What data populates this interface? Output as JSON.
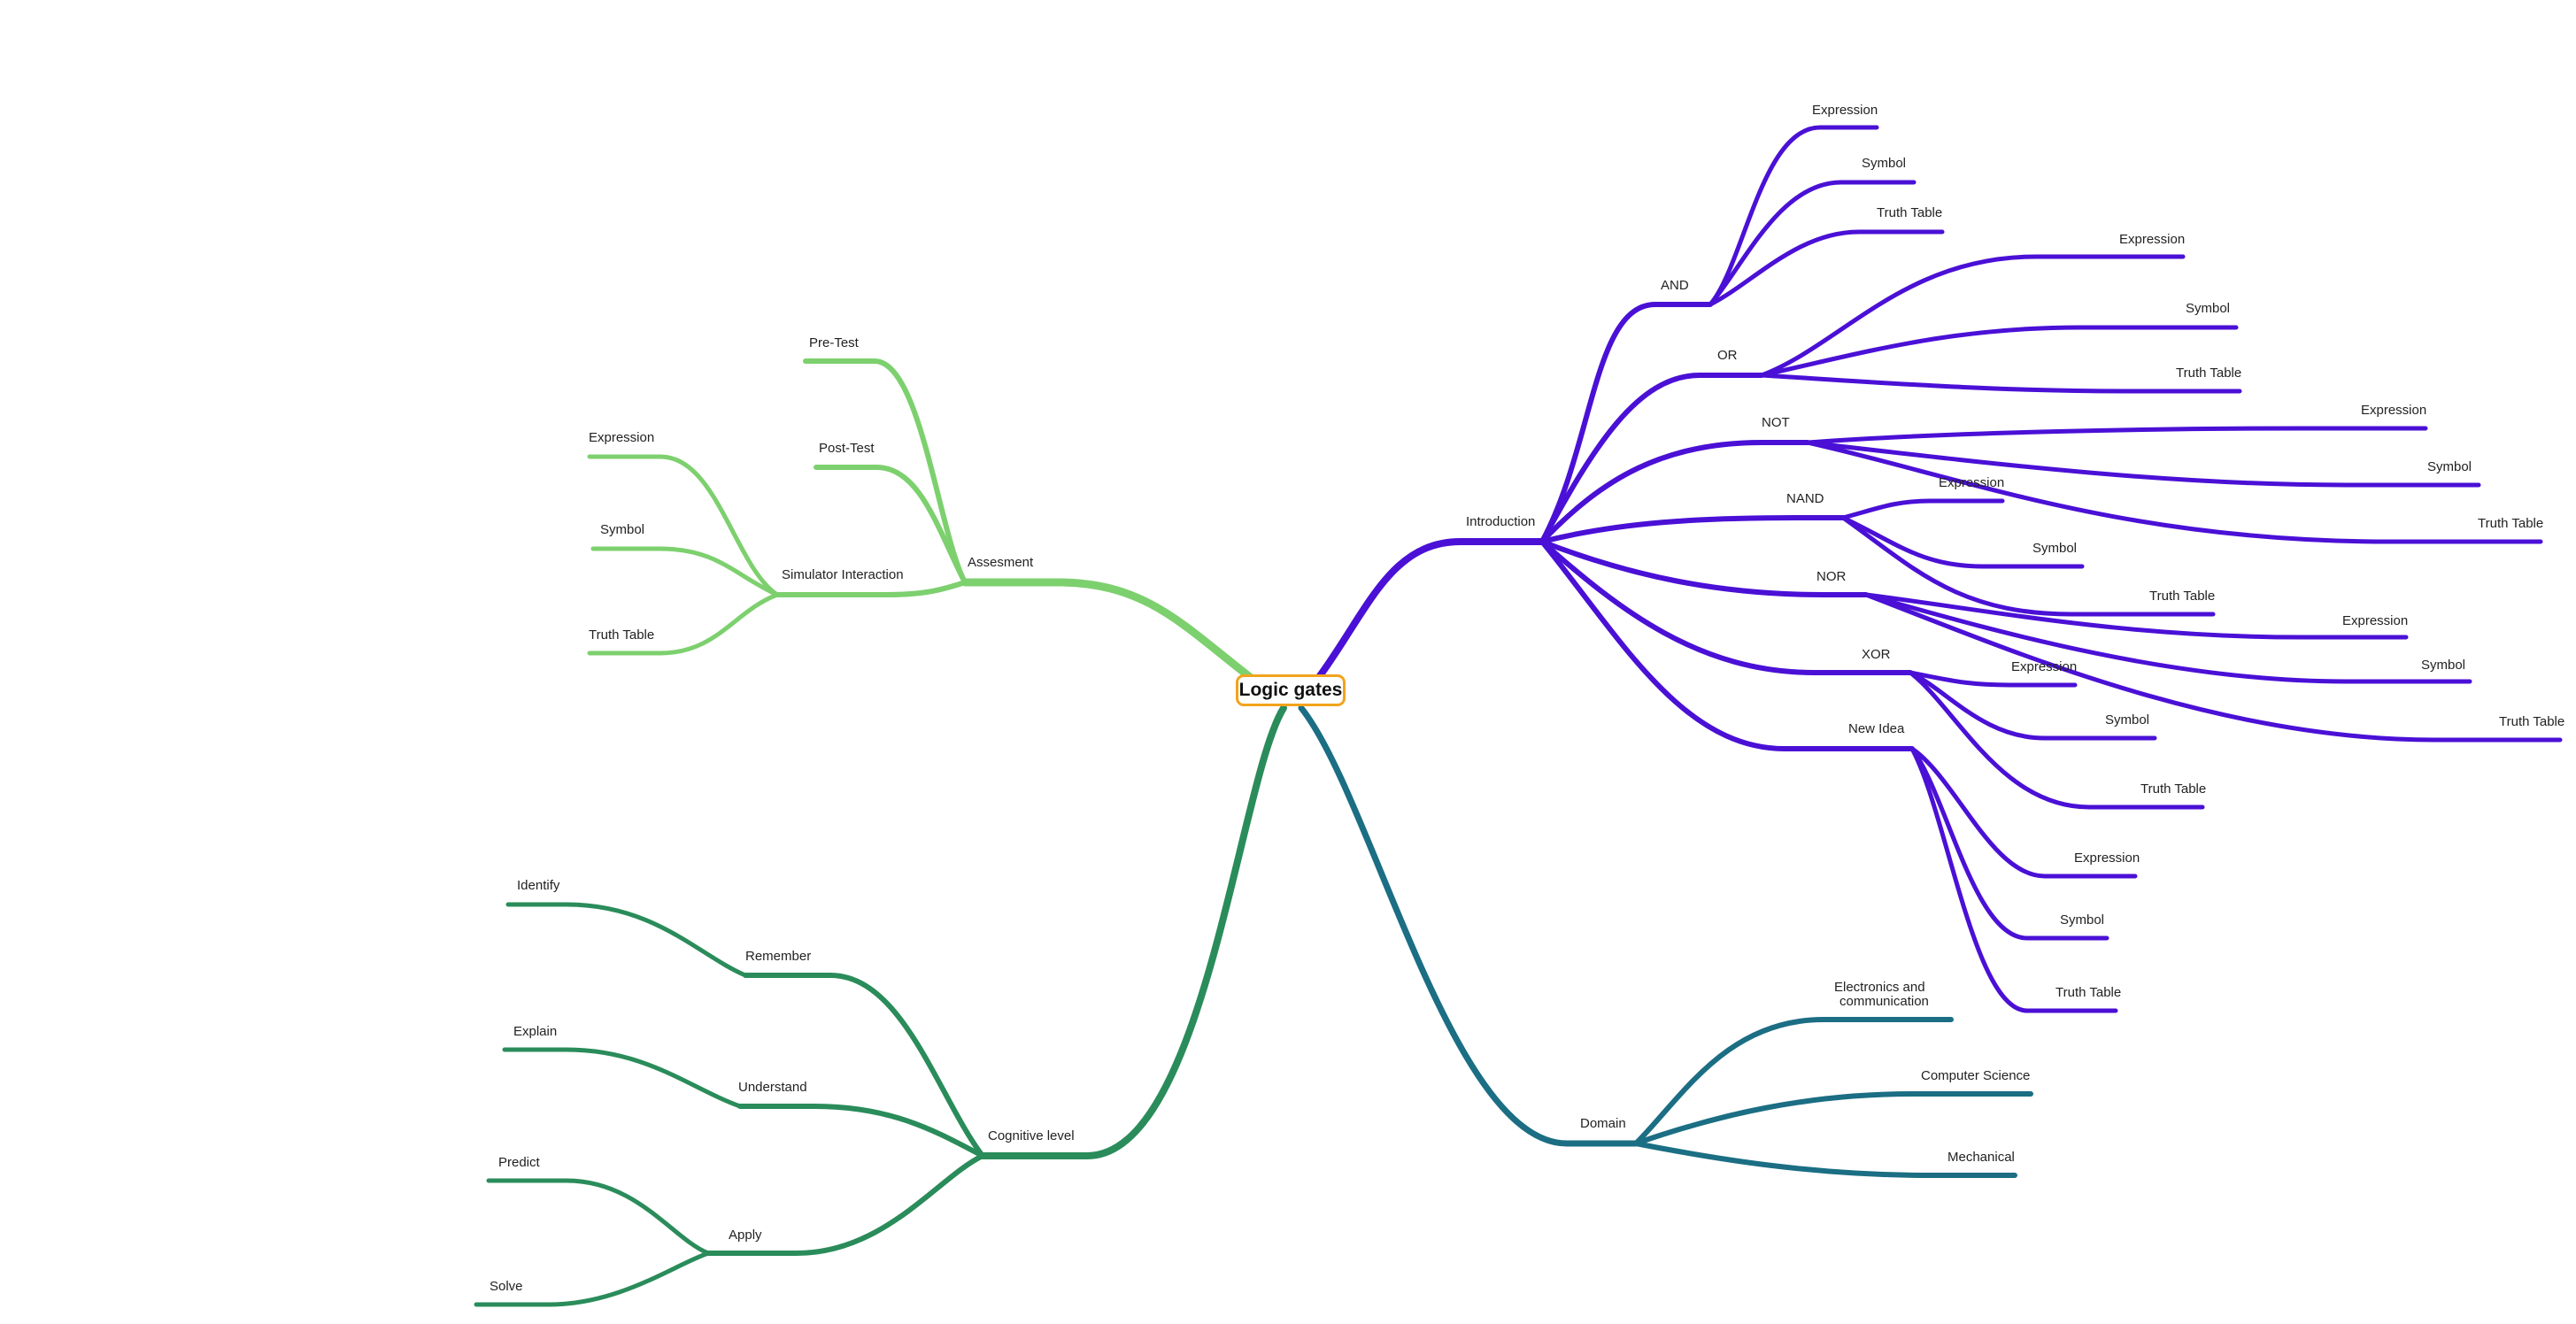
{
  "colors": {
    "introduction": "#4a10d6",
    "assesment": "#7dd06e",
    "cognitive": "#2a8c5a",
    "domain": "#1b6e83",
    "root_border": "#f2a31c"
  },
  "root": "Logic gates",
  "branches": {
    "assesment": {
      "label": "Assesment",
      "children": {
        "pretest": "Pre-Test",
        "posttest": "Post-Test",
        "sim": {
          "label": "Simulator Interaction",
          "expression": "Expression",
          "symbol": "Symbol",
          "truth": "Truth Table"
        }
      }
    },
    "introduction": {
      "label": "Introduction",
      "and": {
        "label": "AND",
        "expression": "Expression",
        "symbol": "Symbol",
        "truth": "Truth Table"
      },
      "or": {
        "label": "OR",
        "expression": "Expression",
        "symbol": "Symbol",
        "truth": "Truth Table"
      },
      "not": {
        "label": "NOT",
        "expression": "Expression",
        "symbol": "Symbol",
        "truth": "Truth Table"
      },
      "nand": {
        "label": "NAND",
        "expression": "Expression",
        "symbol": "Symbol",
        "truth": "Truth Table"
      },
      "nor": {
        "label": "NOR",
        "expression": "Expression",
        "symbol": "Symbol",
        "truth": "Truth Table"
      },
      "xor": {
        "label": "XOR",
        "expression": "Expression",
        "symbol": "Symbol",
        "truth": "Truth Table"
      },
      "newidea": {
        "label": "New Idea",
        "expression": "Expression",
        "symbol": "Symbol",
        "truth": "Truth Table"
      }
    },
    "cognitive": {
      "label": "Cognitive level",
      "remember": {
        "label": "Remember",
        "identify": "Identify"
      },
      "understand": {
        "label": "Understand",
        "explain": "Explain"
      },
      "apply": {
        "label": "Apply",
        "predict": "Predict",
        "solve": "Solve"
      }
    },
    "domain": {
      "label": "Domain",
      "electronics_1": "Electronics  and",
      "electronics_2": "communication",
      "cs": "Computer Science",
      "mech": "Mechanical"
    }
  }
}
